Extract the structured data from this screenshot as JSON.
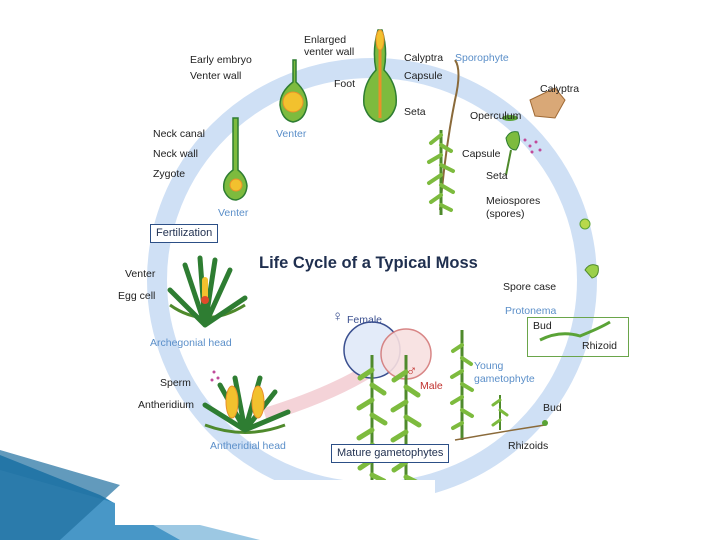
{
  "title": "Life Cycle of a Typical Moss",
  "labels": {
    "early_embryo": "Early embryo",
    "venter_wall": "Venter wall",
    "venter_top": "Venter",
    "enlarged_venter_wall_1": "Enlarged",
    "enlarged_venter_wall_2": "venter wall",
    "foot": "Foot",
    "calyptra_top": "Calyptra",
    "capsule_top": "Capsule",
    "seta_top": "Seta",
    "sporophyte": "Sporophyte",
    "calyptra_right": "Calyptra",
    "operculum": "Operculum",
    "capsule_right": "Capsule",
    "seta_right": "Seta",
    "meiospores": "Meiospores",
    "spores": "(spores)",
    "neck_canal": "Neck canal",
    "neck_wall": "Neck wall",
    "zygote": "Zygote",
    "venter_left": "Venter",
    "fertilization": "Fertilization",
    "venter_mid": "Venter",
    "egg_cell": "Egg cell",
    "archegonial_head": "Archegonial head",
    "sperm": "Sperm",
    "antheridium": "Antheridium",
    "antheridial_head": "Antheridial head",
    "female": "Female",
    "male": "Male",
    "female_symbol": "♀",
    "male_symbol": "♂",
    "mature_gametophytes": "Mature gametophytes",
    "spore_case": "Spore case",
    "protonema": "Protonema",
    "bud_box": "Bud",
    "rhizoid": "Rhizoid",
    "young_gametophyte_1": "Young",
    "young_gametophyte_2": "gametophyte",
    "bud_right": "Bud",
    "rhizoids": "Rhizoids"
  },
  "colors": {
    "cycle_ring": "#c9dcf3",
    "moss_green": "#4f8a2c",
    "leaf_green": "#7dbb3e",
    "dark_green": "#2e7d32",
    "yellow": "#f2c12e",
    "orange": "#e9902a",
    "capsule_brown": "#c98b4f",
    "female_circle": "#dfe8f8",
    "male_circle": "#f7dcdc",
    "label_blue": "#5b8fc9",
    "box_border": "#2c4f86",
    "protonema_border": "#6aa54a",
    "slide_accent": "#2f86b8"
  }
}
